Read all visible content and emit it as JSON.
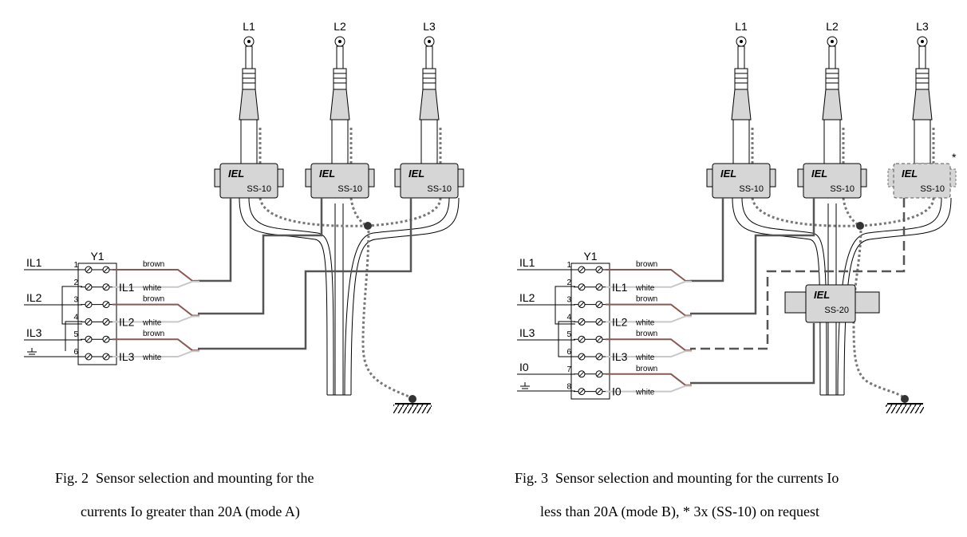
{
  "fig2": {
    "phases": [
      "L1",
      "L2",
      "L3"
    ],
    "sensor_logo": "IEL",
    "sensor_model": "SS-10",
    "terminal_block": "Y1",
    "terminal_numbers": [
      "1",
      "2",
      "3",
      "4",
      "5",
      "6"
    ],
    "inputs": [
      "IL1",
      "IL2",
      "IL3"
    ],
    "wires": [
      {
        "input": "IL1",
        "brown": "brown",
        "white": "white"
      },
      {
        "input": "IL2",
        "brown": "brown",
        "white": "white"
      },
      {
        "input": "IL3",
        "brown": "brown",
        "white": "white"
      }
    ],
    "caption_line1": "Fig. 2  Sensor selection and mounting for the",
    "caption_line2": "currents Io greater than 20A (mode A)"
  },
  "fig3": {
    "phases": [
      "L1",
      "L2",
      "L3"
    ],
    "sensor_logo": "IEL",
    "sensor_model": "SS-10",
    "sensor_model_core": "SS-20",
    "asterisk": "*",
    "terminal_block": "Y1",
    "terminal_numbers": [
      "1",
      "2",
      "3",
      "4",
      "5",
      "6",
      "7",
      "8"
    ],
    "inputs": [
      "IL1",
      "IL2",
      "IL3",
      "I0"
    ],
    "wires": [
      {
        "input": "IL1",
        "brown": "brown",
        "white": "white"
      },
      {
        "input": "IL2",
        "brown": "brown",
        "white": "white"
      },
      {
        "input": "IL3",
        "brown": "brown",
        "white": "white"
      },
      {
        "input": "I0",
        "brown": "brown",
        "white": "white"
      }
    ],
    "caption_line1": "Fig. 3  Sensor selection and mounting for the currents Io",
    "caption_line2": "less than 20A (mode B), * 3x (SS-10) on request"
  },
  "colors": {
    "brown_wire": "#8a5a52",
    "white_wire": "#c8c8c8",
    "sensor_fill": "#d6d6d6",
    "line": "#000000",
    "conn": "#555555"
  }
}
